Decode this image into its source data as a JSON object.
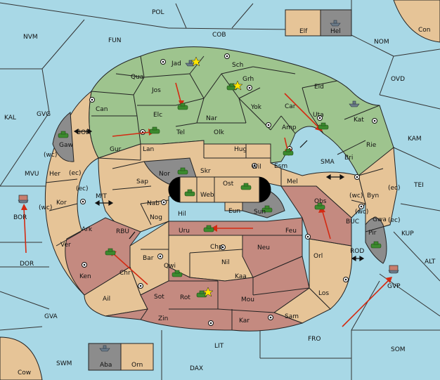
{
  "map": {
    "colors": {
      "sea": "#a8d8e6",
      "power_green": "#9ec48e",
      "neutral_tan": "#e6c497",
      "power_red": "#c48a80",
      "impassable_gray": "#8c8c8c",
      "order_arrow": "#d42a12"
    },
    "labels": {
      "POL": "POL",
      "NVM": "NVM",
      "FUN": "FUN",
      "COB": "COB",
      "NOM": "NOM",
      "Con": "Con",
      "Elf": "Elf",
      "Hel": "Hel",
      "OVD": "OVD",
      "KAL": "KAL",
      "GVG": "GVG",
      "GOR": "GOR",
      "Gaw": "Gaw",
      "KAM": "KAM",
      "SMA": "SMA",
      "TEI": "TEI",
      "MVU": "MVU",
      "MIT": "MIT",
      "BOR": "BOR",
      "RBU": "RBU",
      "BUC": "BUC",
      "KUP": "KUP",
      "ROD": "ROD",
      "ALT": "ALT",
      "DOR": "DOR",
      "GVP": "GVP",
      "GVA": "GVA",
      "FRO": "FRO",
      "SOM": "SOM",
      "LIT": "LIT",
      "SWM": "SWM",
      "DAX": "DAX",
      "Cow": "Cow",
      "Aba": "Aba",
      "Orn": "Orn",
      "Jad": "Jad",
      "Sch": "Sch",
      "Qua": "Qua",
      "Grh": "Grh",
      "Eld": "Eld",
      "Can": "Can",
      "Jos": "Jos",
      "Car": "Car",
      "Yok": "Yok",
      "Uta": "Uta",
      "Kat": "Kat",
      "Elc": "Elc",
      "Nar": "Nar",
      "Amp": "Amp",
      "Tel": "Tel",
      "Olk": "Olk",
      "Rie": "Rie",
      "Gur": "Gur",
      "Lan": "Lan",
      "Hug": "Hug",
      "Esm": "Esm",
      "Bri": "Bri",
      "Nor": "Nor",
      "Skr": "Skr",
      "Wil": "Wil",
      "Mel": "Mel",
      "Sap": "Sap",
      "Ost": "Ost",
      "Web": "Web",
      "Byn": "Byn",
      "Her": "Her",
      "Kor": "Kor",
      "Nab": "Nab",
      "Eun": "Eun",
      "Sun": "Sun",
      "Obs": "Obs",
      "Gwa": "Gwa",
      "Hil": "Hil",
      "Nog": "Nog",
      "Ark": "Ark",
      "Pir": "Pir",
      "Uru": "Uru",
      "Feu": "Feu",
      "Ver": "Ver",
      "Bar": "Bar",
      "Chp": "Chp",
      "Neu": "Neu",
      "Orl": "Orl",
      "Qwi": "Qwi",
      "Nil": "Nil",
      "Ken": "Ken",
      "Chr": "Chr",
      "Kaa": "Kaa",
      "Ail": "Ail",
      "Sot": "Sot",
      "Rot": "Rot",
      "Mou": "Mou",
      "Los": "Los",
      "Zin": "Zin",
      "Kar": "Kar",
      "Sam": "Sam",
      "wc": "(wc)",
      "ec": "(ec)"
    }
  }
}
